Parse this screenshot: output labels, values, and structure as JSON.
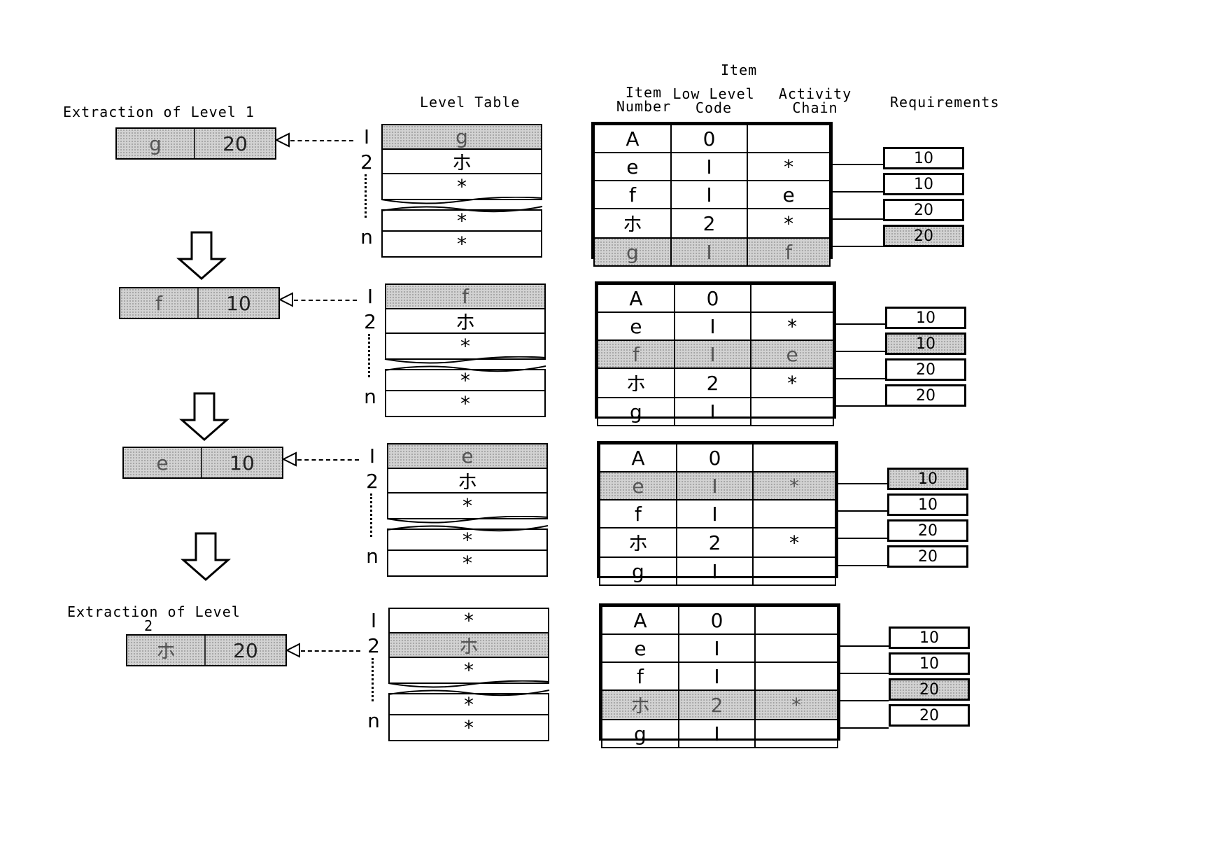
{
  "headers": {
    "extraction_level1": "Extraction of Level 1",
    "level_table": "Level Table",
    "item_group": "Item",
    "item_number": [
      "Item",
      "Number"
    ],
    "low_level_code": [
      "Low Level",
      "Code"
    ],
    "activity_chain": [
      "Activity",
      "Chain"
    ],
    "requirements": "Requirements",
    "extraction_level2": [
      "Extraction of Level",
      "2"
    ]
  },
  "level_indices": [
    "I",
    "2",
    "n"
  ],
  "panels": [
    {
      "extract": {
        "item": "g",
        "qty": "20"
      },
      "level_table": [
        "g",
        "ホ",
        "*",
        "*",
        "*"
      ],
      "highlight_level_row": 0,
      "items": [
        {
          "num": "A",
          "code": "0",
          "chain": ""
        },
        {
          "num": "e",
          "code": "I",
          "chain": "*"
        },
        {
          "num": "f",
          "code": "I",
          "chain": "e"
        },
        {
          "num": "ホ",
          "code": "2",
          "chain": "*"
        },
        {
          "num": "g",
          "code": "I",
          "chain": "f"
        }
      ],
      "highlight_item_row": 4,
      "requirements": [
        "10",
        "10",
        "20",
        "20"
      ],
      "highlight_req": 3
    },
    {
      "extract": {
        "item": "f",
        "qty": "10"
      },
      "level_table": [
        "f",
        "ホ",
        "*",
        "*",
        "*"
      ],
      "highlight_level_row": 0,
      "items": [
        {
          "num": "A",
          "code": "0",
          "chain": ""
        },
        {
          "num": "e",
          "code": "I",
          "chain": "*"
        },
        {
          "num": "f",
          "code": "I",
          "chain": "e"
        },
        {
          "num": "ホ",
          "code": "2",
          "chain": "*"
        },
        {
          "num": "g",
          "code": "I",
          "chain": ""
        }
      ],
      "highlight_item_row": 2,
      "requirements": [
        "10",
        "10",
        "20",
        "20"
      ],
      "highlight_req": 1
    },
    {
      "extract": {
        "item": "e",
        "qty": "10"
      },
      "level_table": [
        "e",
        "ホ",
        "*",
        "*",
        "*"
      ],
      "highlight_level_row": 0,
      "items": [
        {
          "num": "A",
          "code": "0",
          "chain": ""
        },
        {
          "num": "e",
          "code": "I",
          "chain": "*"
        },
        {
          "num": "f",
          "code": "I",
          "chain": ""
        },
        {
          "num": "ホ",
          "code": "2",
          "chain": "*"
        },
        {
          "num": "g",
          "code": "I",
          "chain": ""
        }
      ],
      "highlight_item_row": 1,
      "requirements": [
        "10",
        "10",
        "20",
        "20"
      ],
      "highlight_req": 0
    },
    {
      "extract": {
        "item": "ホ",
        "qty": "20"
      },
      "level_table": [
        "*",
        "ホ",
        "*",
        "*",
        "*"
      ],
      "highlight_level_row": 1,
      "items": [
        {
          "num": "A",
          "code": "0",
          "chain": ""
        },
        {
          "num": "e",
          "code": "I",
          "chain": ""
        },
        {
          "num": "f",
          "code": "I",
          "chain": ""
        },
        {
          "num": "ホ",
          "code": "2",
          "chain": "*"
        },
        {
          "num": "g",
          "code": "I",
          "chain": ""
        }
      ],
      "highlight_item_row": 3,
      "requirements": [
        "10",
        "10",
        "20",
        "20"
      ],
      "highlight_req": 2
    }
  ]
}
